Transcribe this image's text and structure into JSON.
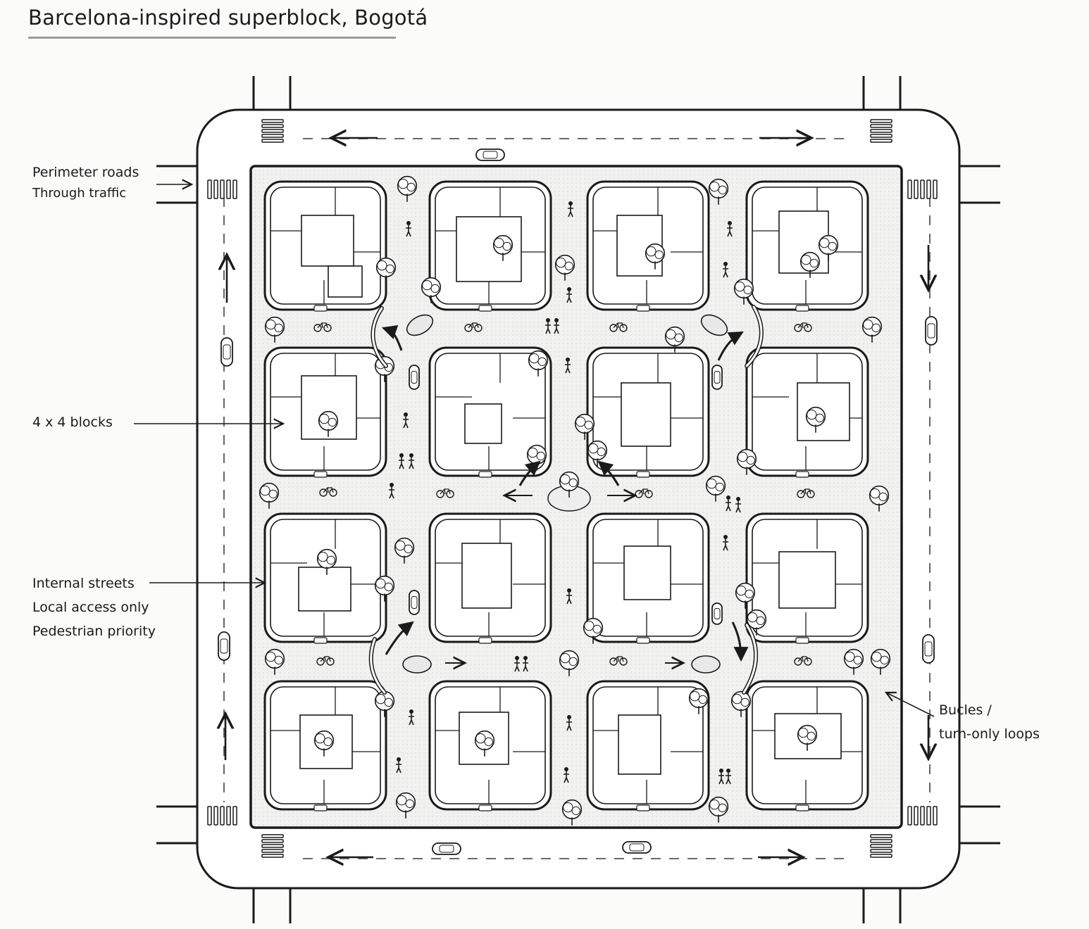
{
  "title": "Barcelona-inspired superblock, Bogotá",
  "annotations": {
    "perimeter": [
      "Perimeter roads",
      "Through traffic"
    ],
    "blocks": "4 x 4 blocks",
    "internal": [
      "Internal streets",
      "Local access only",
      "Pedestrian priority"
    ],
    "bucles": [
      "Bucles /",
      "turn-only loops"
    ]
  },
  "icons": [
    "arrow-icon",
    "car-icon",
    "tree-icon",
    "bicycle-icon",
    "pedestrian-icon",
    "crosswalk-icon",
    "bush-icon",
    "loop-arrow-icon"
  ],
  "colors": {
    "line": "#1a1a1a",
    "plaza": "#efefef",
    "block": "#ffffff",
    "background": "#fbfbfa"
  },
  "grid": {
    "rows": 4,
    "cols": 4
  }
}
